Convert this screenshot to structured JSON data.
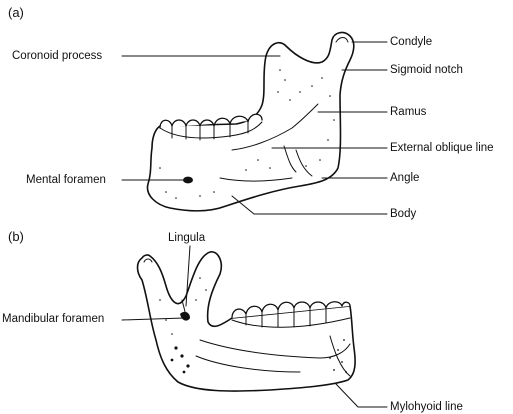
{
  "panels": {
    "a": "(a)",
    "b": "(b)"
  },
  "labels": {
    "coronoid_process": "Coronoid process",
    "condyle": "Condyle",
    "sigmoid_notch": "Sigmoid notch",
    "ramus": "Ramus",
    "external_oblique_line": "External oblique line",
    "mental_foramen": "Mental foramen",
    "angle": "Angle",
    "body": "Body",
    "lingula": "Lingula",
    "mandibular_foramen": "Mandibular foramen",
    "mylohyoid_line": "Mylohyoid line"
  },
  "colors": {
    "ink": "#111111",
    "bone": "#ffffff"
  }
}
